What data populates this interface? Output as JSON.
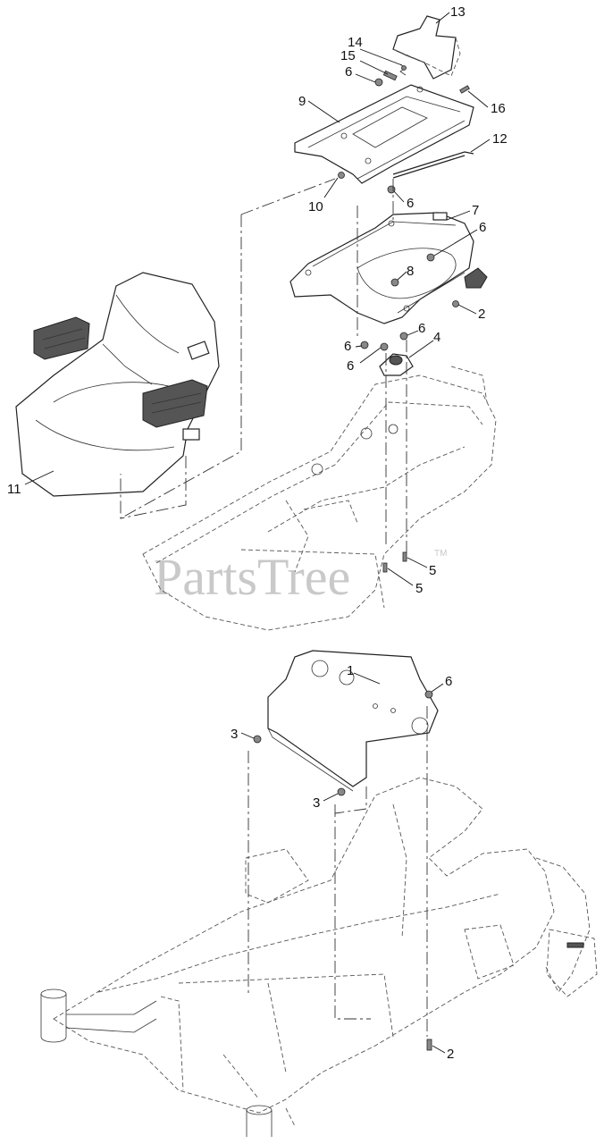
{
  "watermark": {
    "text": "PartsTree",
    "tm": "TM"
  },
  "callouts": [
    {
      "label": "13",
      "part": "seat-latch-plate"
    },
    {
      "label": "14",
      "part": "spring"
    },
    {
      "label": "15",
      "part": "pin"
    },
    {
      "label": "6",
      "part": "nut"
    },
    {
      "label": "9",
      "part": "seat-slide-frame"
    },
    {
      "label": "16",
      "part": "bolt"
    },
    {
      "label": "12",
      "part": "rod"
    },
    {
      "label": "10",
      "part": "screw"
    },
    {
      "label": "6",
      "part": "nut"
    },
    {
      "label": "7",
      "part": "seat-mount-plate"
    },
    {
      "label": "6",
      "part": "nut"
    },
    {
      "label": "8",
      "part": "bolt"
    },
    {
      "label": "2",
      "part": "bolt"
    },
    {
      "label": "6",
      "part": "nut"
    },
    {
      "label": "4",
      "part": "isolator-mount"
    },
    {
      "label": "6",
      "part": "nut"
    },
    {
      "label": "11",
      "part": "seat"
    },
    {
      "label": "5",
      "part": "bolt"
    },
    {
      "label": "5",
      "part": "bolt"
    },
    {
      "label": "1",
      "part": "seat-support-panel"
    },
    {
      "label": "6",
      "part": "nut"
    },
    {
      "label": "3",
      "part": "screw"
    },
    {
      "label": "3",
      "part": "screw"
    },
    {
      "label": "2",
      "part": "bolt"
    }
  ]
}
